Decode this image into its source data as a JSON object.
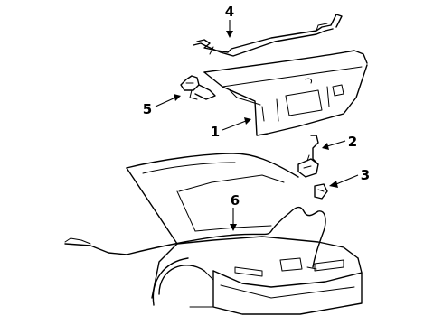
{
  "diagram": {
    "colors": {
      "line": "#000000",
      "background": "#ffffff"
    },
    "callouts": [
      {
        "id": "1",
        "label": "1"
      },
      {
        "id": "2",
        "label": "2"
      },
      {
        "id": "3",
        "label": "3"
      },
      {
        "id": "4",
        "label": "4"
      },
      {
        "id": "5",
        "label": "5"
      },
      {
        "id": "6",
        "label": "6"
      }
    ]
  }
}
